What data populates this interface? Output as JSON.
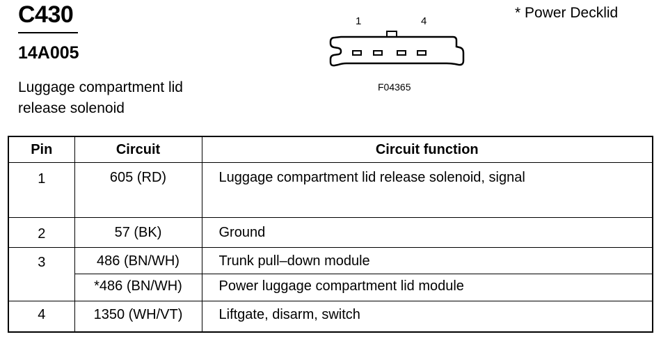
{
  "header": {
    "connector_id": "C430",
    "part_number": "14A005",
    "description_line1": "Luggage compartment lid",
    "description_line2": "release solenoid",
    "note": "* Power Decklid"
  },
  "diagram": {
    "pin_label_left": "1",
    "pin_label_right": "4",
    "figure_id": "F04365"
  },
  "table": {
    "headers": {
      "pin": "Pin",
      "circuit": "Circuit",
      "function": "Circuit function"
    },
    "rows": [
      {
        "pin": "1",
        "circuit": "605 (RD)",
        "function": "Luggage compartment lid release solenoid, signal"
      },
      {
        "pin": "2",
        "circuit": "57 (BK)",
        "function": "Ground"
      },
      {
        "pin": "3",
        "circuit": "486 (BN/WH)",
        "function": "Trunk pull–down module"
      },
      {
        "pin": "",
        "circuit": "*486 (BN/WH)",
        "function": "Power luggage compartment lid module"
      },
      {
        "pin": "4",
        "circuit": "1350 (WH/VT)",
        "function": "Liftgate, disarm, switch"
      }
    ]
  }
}
